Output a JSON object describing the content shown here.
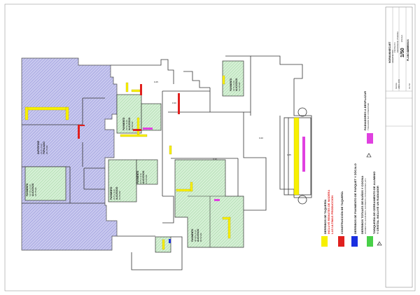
{
  "rooms": {
    "superficie_a": [
      "SUPERFICIE",
      "21.5 x 9.12",
      "FORAJADO",
      "20.15 M2"
    ],
    "pavimento_a": [
      "PAVIMENTO",
      "13.70 x 4.10",
      "ALICATADO",
      "18.75 M2"
    ],
    "pavimento_b": [
      "PAVIMENTO",
      "21.5 x 9.12",
      "ALICATADO",
      "20.88 M2"
    ],
    "pavimento_c": [
      "PAVIMENTO",
      "21.5 x 9.12",
      "ALICATADO",
      "10.06 M2"
    ],
    "pavimento_d": [
      "PAVIMENTO",
      "21.5 x 9.12",
      "ALICATADO",
      "13.06 M2"
    ],
    "pavimento_e": [
      "PAVIMENTO",
      "21.5 x 9.12",
      "ALICATADO",
      "13.25 M2"
    ],
    "pavimento_f": [
      "PAVIMENTO",
      "30.60 x 4.12",
      "ALICATADO",
      "86.52 M2"
    ]
  },
  "legend": {
    "derribos_taqueria": "DERRIBOS DE TAQUERÍA",
    "derribos_note": [
      "INCLUYE REMATES DE MADERA",
      "LAS ULTIMAS PRODUCCION"
    ],
    "construccion_taqueria": "CONSTRUCCIÓN DE TAQUERÍA",
    "derribos_parquet": "DERRIBOS DE PAVIMENTO DE PARQUET Y ZÓCALO",
    "derribos_banos": "DERRIBOS TOTALES DE BAÑOS Y COCINA",
    "derribos_banos_note": "PAVIMENTOS, ALICATADOS, SANITARIOS, INSTALACIONES, ETC.",
    "tabiqueria_cerramiento": "TABIQUERÍA DE CERRAMIENTO DE ALUMINIO",
    "tabiqueria_cerramiento_2": "Y CRISTAL INCLUYE UN RADIADOR",
    "radiadores": "RADIADORES A DESPLAZAR",
    "radiadores_note": "Y REALIZAR SUS CONEXIONES"
  },
  "title_block": {
    "firm": "NORMANNIECART",
    "firm_sub": "ARQUITECTOS",
    "project_label": "PROYECTO",
    "project": "REFORMA DE VIVIENDA",
    "scale_label": "ESCALA",
    "scale": "1/50",
    "plan_label": "PLANO",
    "plan": "PLANO DERRIBOS",
    "date_label": "FECHA",
    "date": "ABRIL 2009",
    "number": "01 / 02"
  },
  "colors": {
    "hatch_blue": "#8f8fd6",
    "hatch_green": "#9fd39f",
    "legend_yellow": "#f7f000",
    "legend_red": "#e0201e",
    "legend_blue": "#1b2fe0",
    "legend_green": "#48d048",
    "legend_magenta": "#e040e0"
  }
}
